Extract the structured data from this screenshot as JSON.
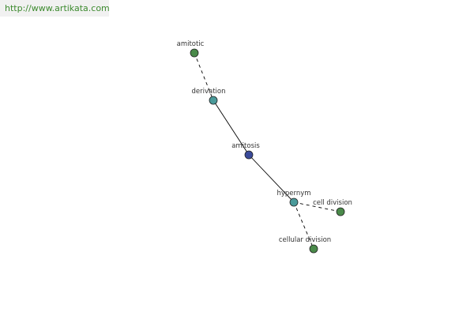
{
  "watermark": {
    "text": "http://www.artikata.com"
  },
  "colors": {
    "center": "#3a4a9a",
    "relation": "#4a9a9a",
    "term": "#4a8a4a",
    "link": "#3c8a2e"
  },
  "nodes": [
    {
      "id": "amitotic",
      "label": "amitotic",
      "kind": "term"
    },
    {
      "id": "derivation",
      "label": "derivation",
      "kind": "relation"
    },
    {
      "id": "amitosis",
      "label": "amitosis",
      "kind": "center"
    },
    {
      "id": "hypernym",
      "label": "hypernym",
      "kind": "relation"
    },
    {
      "id": "cell-division",
      "label": "cell division",
      "kind": "term"
    },
    {
      "id": "cellular-division",
      "label": "cellular division",
      "kind": "term"
    }
  ],
  "edges": [
    {
      "from": "amitotic",
      "to": "derivation",
      "style": "dashed"
    },
    {
      "from": "derivation",
      "to": "amitosis",
      "style": "solid"
    },
    {
      "from": "amitosis",
      "to": "hypernym",
      "style": "solid"
    },
    {
      "from": "hypernym",
      "to": "cell-division",
      "style": "dashed"
    },
    {
      "from": "hypernym",
      "to": "cellular-division",
      "style": "dashed"
    }
  ]
}
